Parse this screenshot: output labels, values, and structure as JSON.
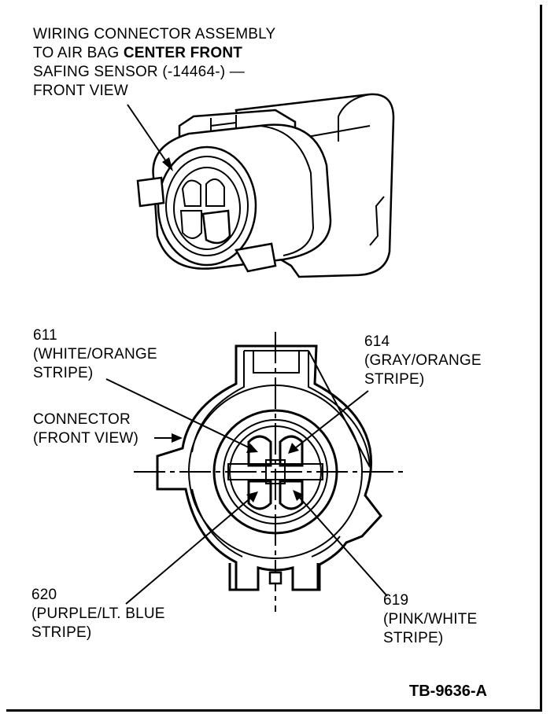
{
  "title_label": {
    "line1": "WIRING CONNECTOR ASSEMBLY",
    "line2_a": "TO AIR BAG ",
    "line2_b": "CENTER FRONT",
    "line3": "SAFING SENSOR (-14464-) —",
    "line4": "FRONT VIEW"
  },
  "pins": [
    {
      "circuit": "611",
      "color_line1": "(WHITE/ORANGE",
      "color_line2": "STRIPE)"
    },
    {
      "circuit": "614",
      "color_line1": "(GRAY/ORANGE",
      "color_line2": "STRIPE)"
    },
    {
      "circuit": "620",
      "color_line1": "(PURPLE/LT. BLUE",
      "color_line2": "STRIPE)"
    },
    {
      "circuit": "619",
      "color_line1": "(PINK/WHITE",
      "color_line2": "STRIPE)"
    }
  ],
  "connector_label": {
    "line1": "CONNECTOR",
    "line2": "(FRONT VIEW)"
  },
  "figure_id": "TB-9636-A"
}
